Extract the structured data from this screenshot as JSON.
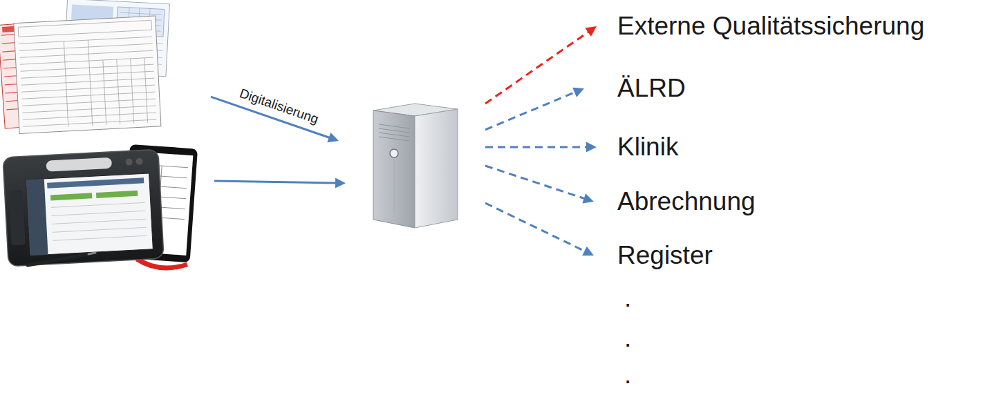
{
  "diagram": {
    "nodes": [
      {
        "text": []
      },
      {
        "text": []
      },
      {
        "text": []
      },
      {
        "text": [
          "Externe Qualitätssicherung"
        ]
      },
      {
        "text": [
          "ÄLRD"
        ]
      },
      {
        "text": [
          "Klinik"
        ]
      },
      {
        "text": [
          "Abrechnung"
        ]
      },
      {
        "text": [
          "Register"
        ]
      }
    ],
    "edges": [
      {
        "from": 0,
        "to": 2,
        "label": "Digitalisierung",
        "arrow": "to"
      },
      {
        "from": 1,
        "to": 2,
        "arrow": "to"
      },
      {
        "from": 2,
        "to": 3,
        "arrow": "to"
      },
      {
        "from": 2,
        "to": 4,
        "arrow": "to"
      },
      {
        "from": 2,
        "to": 5,
        "arrow": "to"
      },
      {
        "from": 2,
        "to": 6,
        "arrow": "to"
      },
      {
        "from": 2,
        "to": 7,
        "arrow": "to"
      }
    ],
    "labels": [
      ".",
      ".",
      "."
    ]
  }
}
